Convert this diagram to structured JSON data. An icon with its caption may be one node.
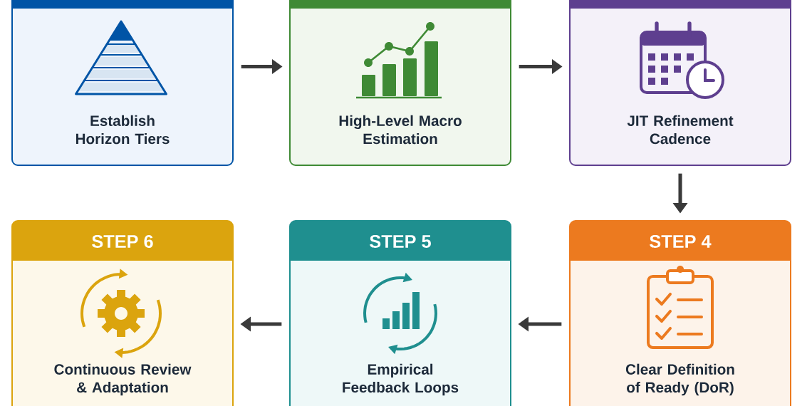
{
  "diagram": {
    "nodes": [
      {
        "text": [
          "Establish Horizon Tiers"
        ]
      },
      {
        "text": [
          "High-Level Macro Estimation"
        ]
      },
      {
        "text": [
          "JIT Refinement Cadence"
        ]
      },
      {
        "text": [
          "STEP 6",
          "Continuous Review & Adaptation"
        ]
      },
      {
        "text": [
          "STEP 5",
          "Empirical Feedback Loops"
        ]
      },
      {
        "text": [
          "STEP 4",
          "Clear Definition of Ready (DoR)"
        ]
      }
    ],
    "edges": [
      {
        "from": 0,
        "to": 1,
        "arrow": "to"
      },
      {
        "from": 1,
        "to": 2,
        "arrow": "to"
      },
      {
        "from": 2,
        "to": 5,
        "arrow": "to"
      },
      {
        "from": 5,
        "to": 4,
        "arrow": "to"
      },
      {
        "from": 4,
        "to": 3,
        "arrow": "to"
      }
    ]
  }
}
